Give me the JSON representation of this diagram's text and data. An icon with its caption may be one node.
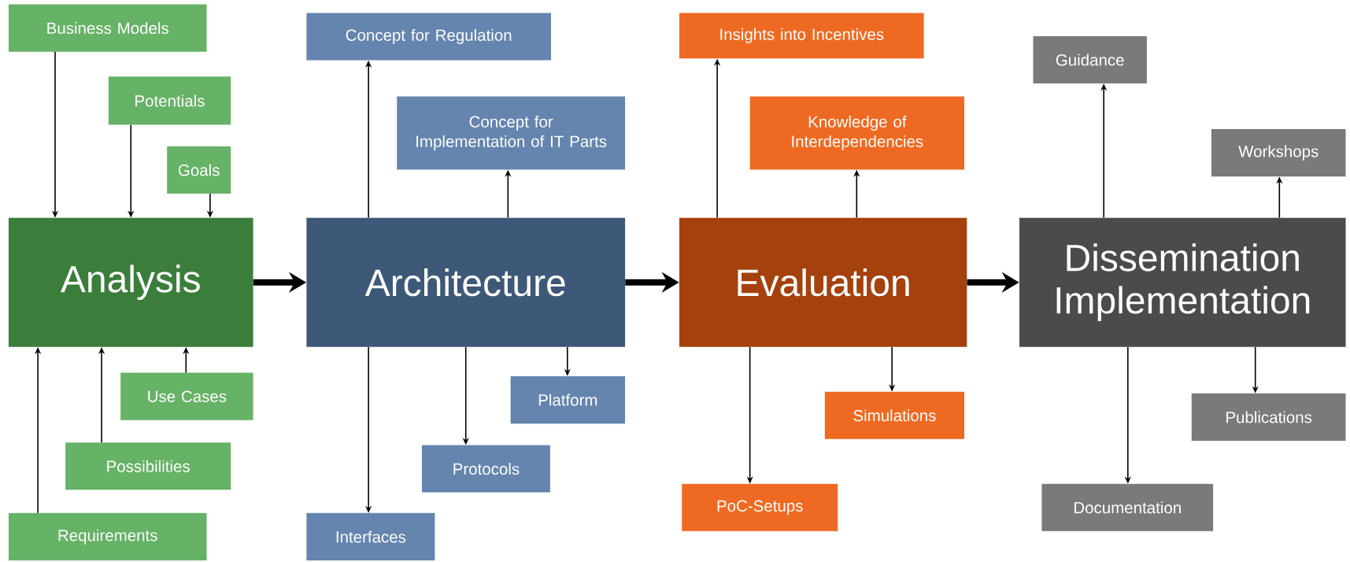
{
  "diagram": {
    "nodes": [
      {
        "text": [
          "Business Models"
        ]
      },
      {
        "text": [
          "Potentials"
        ]
      },
      {
        "text": [
          "Goals"
        ]
      },
      {
        "text": [
          "Analysis"
        ]
      },
      {
        "text": [
          "Use Cases"
        ]
      },
      {
        "text": [
          "Possibilities"
        ]
      },
      {
        "text": [
          "Requirements"
        ]
      },
      {
        "text": [
          "Concept for Regulation"
        ]
      },
      {
        "text": [
          "Concept for Implementation of IT Parts"
        ]
      },
      {
        "text": [
          "Architecture"
        ]
      },
      {
        "text": [
          "Platform"
        ]
      },
      {
        "text": [
          "Protocols"
        ]
      },
      {
        "text": [
          "Interfaces"
        ]
      },
      {
        "text": [
          "Insights into Incentives"
        ]
      },
      {
        "text": [
          "Knowledge of Interdependencies"
        ]
      },
      {
        "text": [
          "Evaluation"
        ]
      },
      {
        "text": [
          "Simulations"
        ]
      },
      {
        "text": [
          "PoC-Setups"
        ]
      },
      {
        "text": [
          "Guidance"
        ]
      },
      {
        "text": [
          "Workshops"
        ]
      },
      {
        "text": [
          "Dissemination Implementation"
        ]
      },
      {
        "text": [
          "Publications"
        ]
      },
      {
        "text": [
          "Documentation"
        ]
      }
    ],
    "edges": [
      {
        "from": 0,
        "to": 3,
        "arrow": "to"
      },
      {
        "from": 1,
        "to": 3,
        "arrow": "to"
      },
      {
        "from": 2,
        "to": 3,
        "arrow": "to"
      },
      {
        "from": 4,
        "to": 3,
        "arrow": "to"
      },
      {
        "from": 5,
        "to": 3,
        "arrow": "to"
      },
      {
        "from": 6,
        "to": 3,
        "arrow": "to"
      },
      {
        "from": 3,
        "to": 9,
        "arrow": "to",
        "style": "thick"
      },
      {
        "from": 9,
        "to": 7,
        "arrow": "to"
      },
      {
        "from": 9,
        "to": 8,
        "arrow": "to"
      },
      {
        "from": 9,
        "to": 10,
        "arrow": "to"
      },
      {
        "from": 9,
        "to": 11,
        "arrow": "to"
      },
      {
        "from": 9,
        "to": 12,
        "arrow": "to"
      },
      {
        "from": 9,
        "to": 15,
        "arrow": "to",
        "style": "thick"
      },
      {
        "from": 15,
        "to": 13,
        "arrow": "to"
      },
      {
        "from": 15,
        "to": 14,
        "arrow": "to"
      },
      {
        "from": 15,
        "to": 16,
        "arrow": "to"
      },
      {
        "from": 15,
        "to": 17,
        "arrow": "to"
      },
      {
        "from": 15,
        "to": 20,
        "arrow": "to",
        "style": "thick"
      },
      {
        "from": 20,
        "to": 18,
        "arrow": "to"
      },
      {
        "from": 20,
        "to": 19,
        "arrow": "to"
      },
      {
        "from": 20,
        "to": 21,
        "arrow": "to"
      },
      {
        "from": 20,
        "to": 22,
        "arrow": "to"
      }
    ]
  }
}
